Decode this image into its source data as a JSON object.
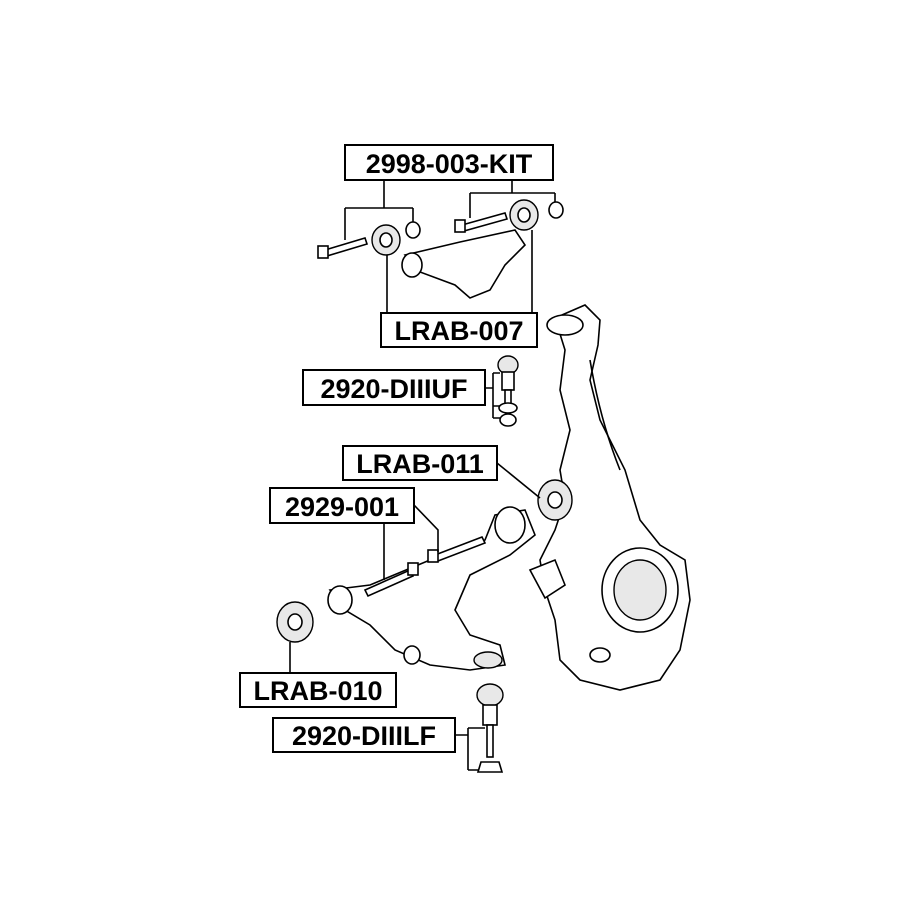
{
  "diagram": {
    "labels": {
      "kit": "2998-003-KIT",
      "lrab007": "LRAB-007",
      "upper_ball_joint": "2920-DIIIUF",
      "lrab011": "LRAB-011",
      "bolt": "2929-001",
      "lrab010": "LRAB-010",
      "lower_ball_joint": "2920-DIIILF"
    }
  }
}
